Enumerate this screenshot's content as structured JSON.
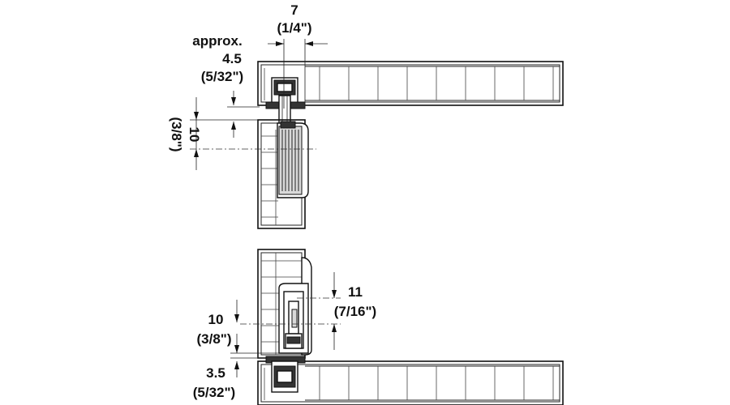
{
  "dimensions": {
    "top_width": {
      "value": "7",
      "inch": "(1/4\")"
    },
    "approx": {
      "prefix": "approx.",
      "value": "4.5",
      "inch": "(5/32\")"
    },
    "vertical": {
      "value": "10",
      "inch": "(3/8\")"
    },
    "right": {
      "value": "11",
      "inch": "(7/16\")"
    },
    "lower": {
      "value": "10",
      "inch": "(3/8\")"
    },
    "bottom": {
      "value": "3.5",
      "inch": "(5/32\")"
    }
  },
  "colors": {
    "line": "#111111",
    "hardware_fill": "#333333",
    "background": "#ffffff"
  }
}
